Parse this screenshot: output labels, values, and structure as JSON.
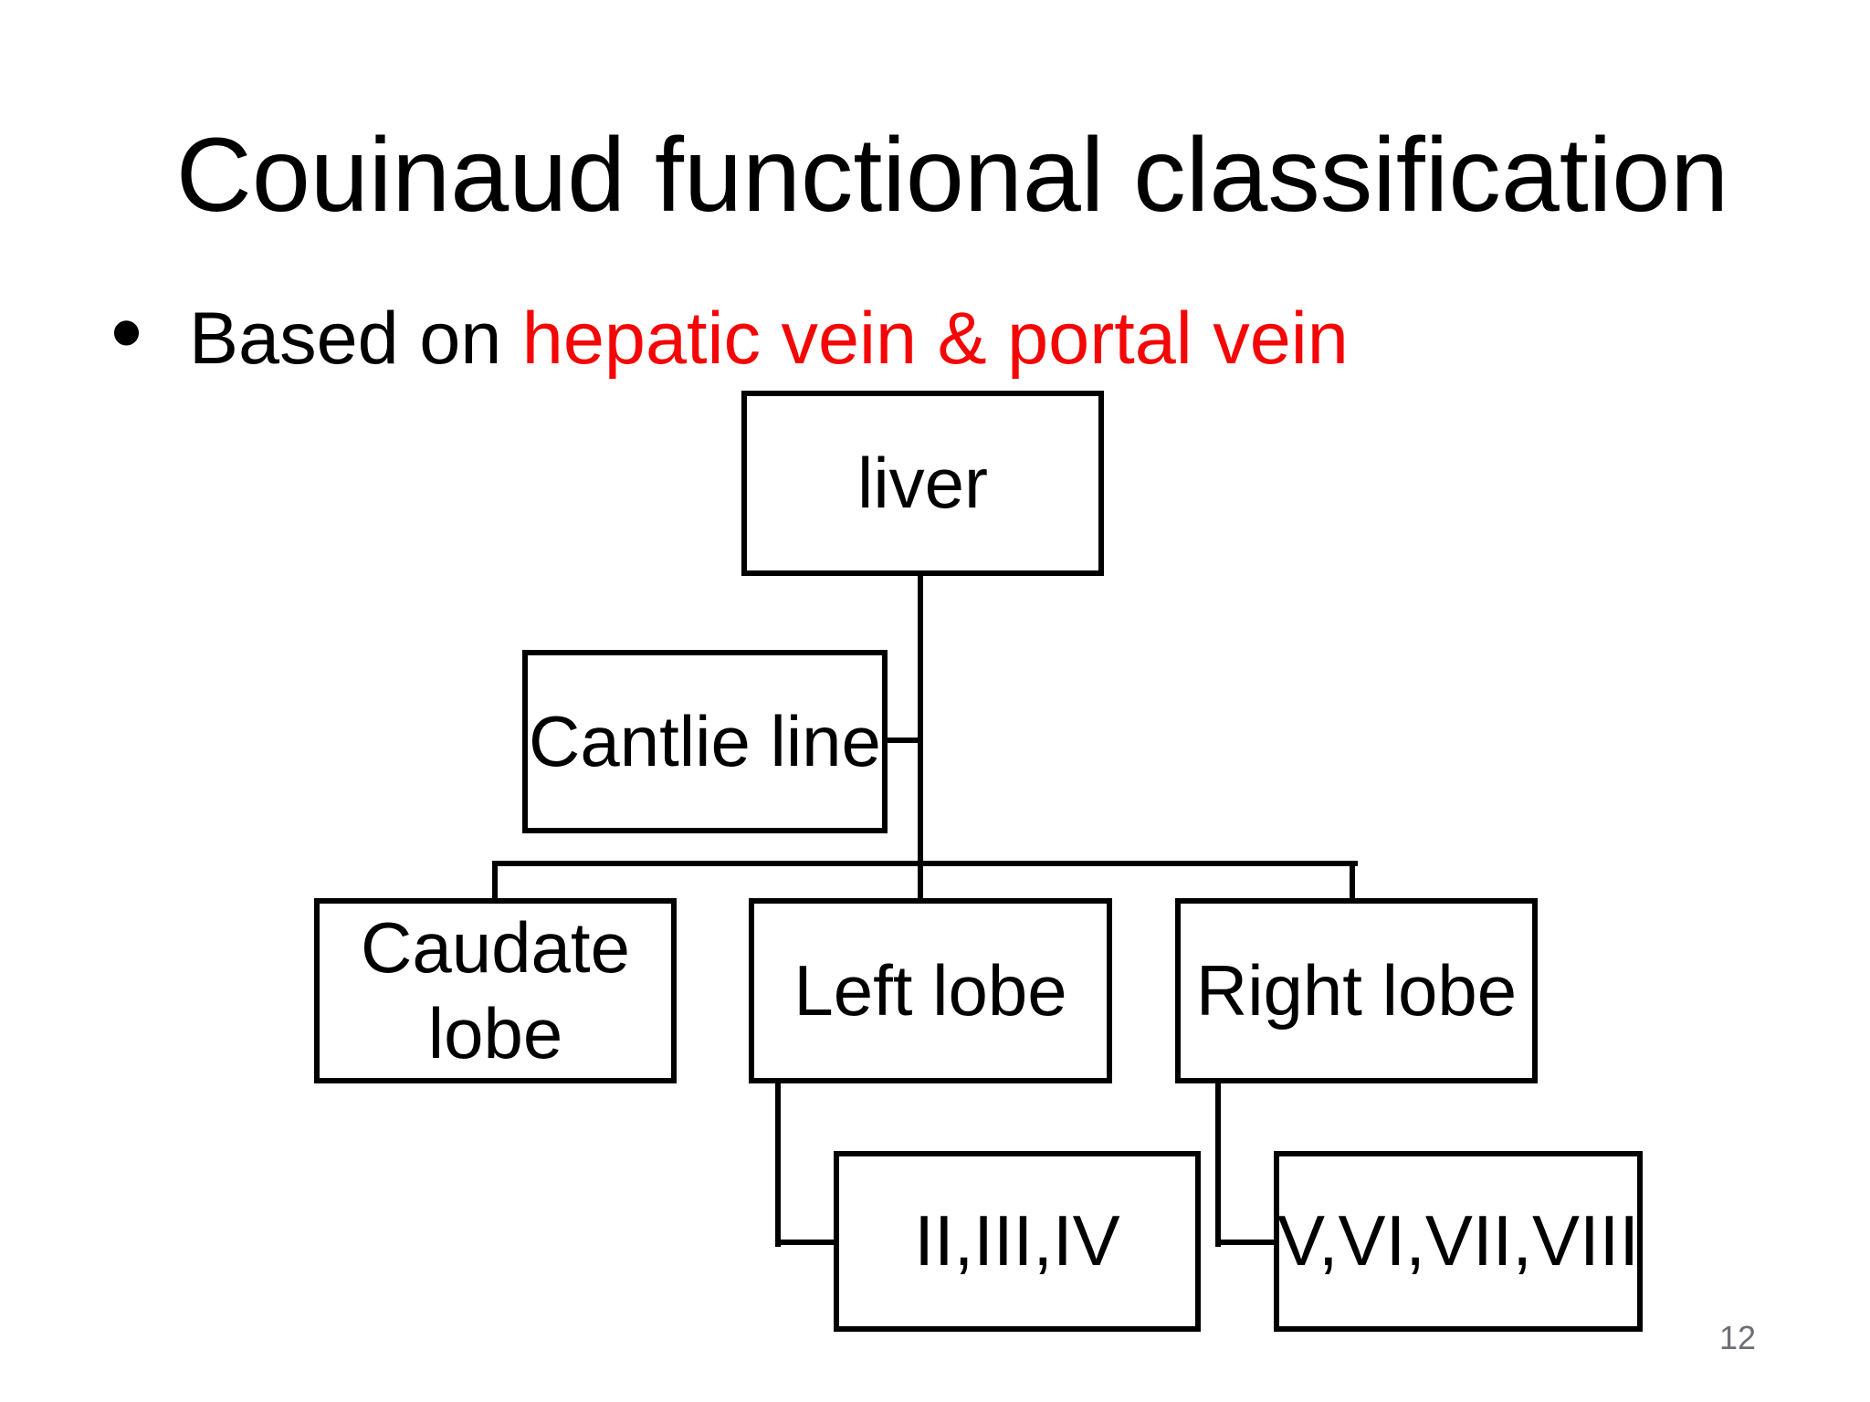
{
  "slide": {
    "title": "Couinaud functional classification",
    "bullet": {
      "marker": "•",
      "black_text": "Based on ",
      "red_text": "hepatic vein & portal vein"
    },
    "page_number": "12",
    "colors": {
      "background": "#FFFFFF",
      "text_black": "#000000",
      "accent_red": "#F40606",
      "line_black": "#000000",
      "page_number_gray": "#6E6E76"
    }
  },
  "diagram": {
    "nodes": [
      {
        "id": "liver",
        "label": "liver"
      },
      {
        "id": "cantlie-line",
        "label": "Cantlie line"
      },
      {
        "id": "caudate-lobe",
        "lines": [
          "Caudate",
          "lobe"
        ]
      },
      {
        "id": "left-lobe",
        "label": "Left lobe"
      },
      {
        "id": "right-lobe",
        "label": "Right lobe"
      },
      {
        "id": "left-segments",
        "label": "II,III,IV"
      },
      {
        "id": "right-segments",
        "label": "V,VI,VII,VIII"
      }
    ]
  }
}
